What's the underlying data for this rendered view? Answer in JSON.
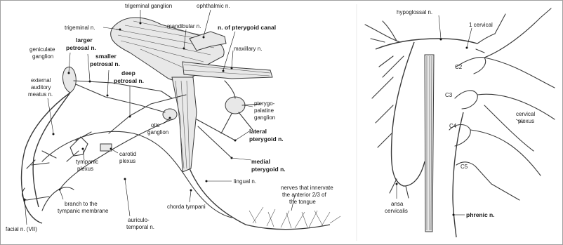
{
  "left_panel": {
    "labels": {
      "trigeminal_ganglion": "trigeminal ganglion",
      "ophthalmic": "ophthalmic n.",
      "trigeminal": "trigeminal n.",
      "mandibular": "mandibular n.",
      "n_pterygoid_canal": "n. of pterygoid canal",
      "larger_petrosal_1": "larger",
      "larger_petrosal_2": "petrosal n.",
      "smaller_petrosal_1": "smaller",
      "smaller_petrosal_2": "petrosal n.",
      "geniculate_1": "geniculate",
      "geniculate_2": "ganglion",
      "maxillary": "maxillary n.",
      "deep_petrosal_1": "deep",
      "deep_petrosal_2": "petrosal n.",
      "external_auditory_1": "external",
      "external_auditory_2": "auditory",
      "external_auditory_3": "meatus n.",
      "pterygopalatine_1": "pterygo-",
      "pterygopalatine_2": "palatine",
      "pterygopalatine_3": "ganglion",
      "otic_1": "otic",
      "otic_2": "ganglion",
      "lateral_pterygoid_1": "lateral",
      "lateral_pterygoid_2": "pterygoid n.",
      "carotid_1": "carotid",
      "carotid_2": "plexus",
      "tympanic_1": "tympanic",
      "tympanic_2": "plexus",
      "medial_pterygoid_1": "medial",
      "medial_pterygoid_2": "pterygoid n.",
      "lingual": "lingual n.",
      "tongue_1": "nerves that innervate",
      "tongue_2": "the anterior 2/3 of",
      "tongue_3": "the tongue",
      "branch_tympanic_1": "branch to the",
      "branch_tympanic_2": "tympanic membrane",
      "chorda_tympani": "chorda tympani",
      "auriculotemporal_1": "auriculo-",
      "auriculotemporal_2": "temporal n.",
      "facial": "facial n. (VII)"
    }
  },
  "right_panel": {
    "labels": {
      "hypoglossal": "hypoglossal n.",
      "cervical_1": "1 cervical",
      "c2": "C2",
      "c3": "C3",
      "c4": "C4",
      "c5": "C5",
      "cervical_plexus_1": "cervical",
      "cervical_plexus_2": "plexus",
      "ansa_1": "ansa",
      "ansa_2": "cervicalis",
      "phrenic": "phrenic n."
    }
  }
}
